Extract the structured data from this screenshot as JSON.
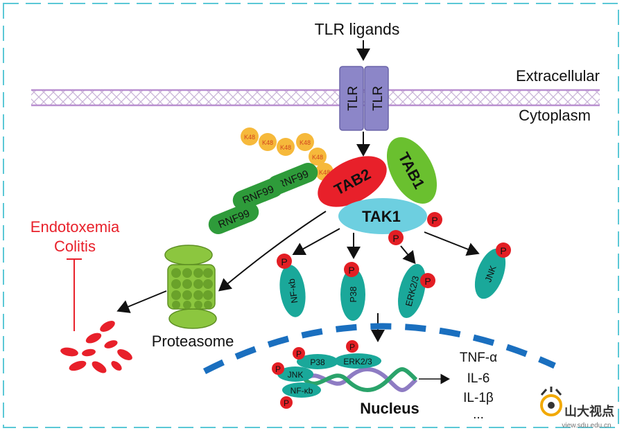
{
  "labels": {
    "tlr_ligands": "TLR ligands",
    "extracellular": "Extracellular",
    "cytoplasm": "Cytoplasm",
    "tlr": "TLR",
    "k48": "K48",
    "rnf99": "RNF99",
    "tab2": "TAB2",
    "tab1": "TAB1",
    "tak1": "TAK1",
    "phospho": "P",
    "nfkb": "NF-κb",
    "p38": "P38",
    "erk": "ERK2/3",
    "jnk": "JNK",
    "endotoxemia": "Endotoxemia",
    "colitis": "Colitis",
    "proteasome": "Proteasome",
    "nucleus": "Nucleus",
    "tnf": "TNF-α",
    "il6": "IL-6",
    "il1b": "IL-1β",
    "ellipsis": "...",
    "watermark_cn": "山大视点",
    "watermark_url": "view.sdu.edu.cn"
  },
  "colors": {
    "frame": "#5bc8d6",
    "membrane": "#c9a8d8",
    "tlr": "#8c86c8",
    "k48": "#f6b93b",
    "rnf": "#2e9b3a",
    "tab2": "#e8202a",
    "tab1": "#6ac02f",
    "tak1": "#6dcfe0",
    "kinase": "#1aa89a",
    "phospho": "#e31e24",
    "proteasome": "#8cc63f",
    "nucleus_dash": "#1a6fbf",
    "disease": "#e8202a",
    "dna1": "#2aa36a",
    "dna2": "#8e7cc3"
  }
}
